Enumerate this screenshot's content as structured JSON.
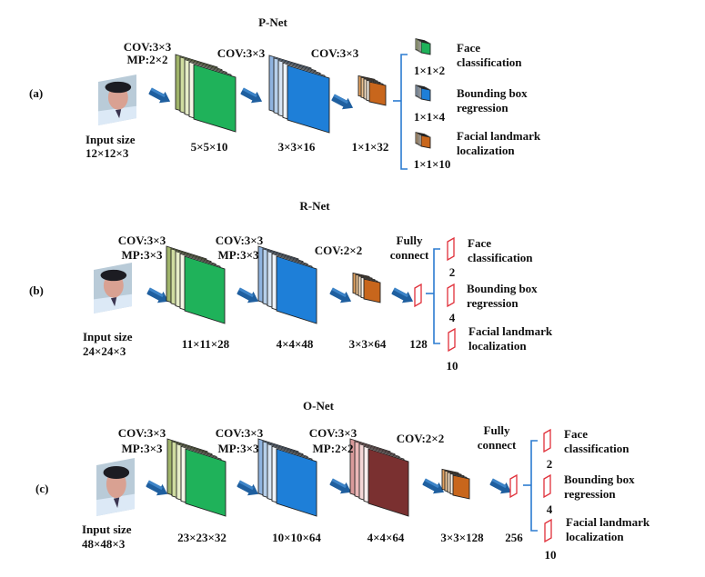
{
  "panels": [
    {
      "id": "a",
      "panel_label": "(a)",
      "title": "P-Net",
      "input": {
        "label_line1": "Input   size",
        "label_line2": "12×12×3"
      },
      "ops": [
        "COV:3×3",
        "MP:2×2",
        "COV:3×3",
        "COV:3×3"
      ],
      "layers": [
        {
          "size": "5×5×10",
          "color": "#1fb25a",
          "type": "conv"
        },
        {
          "size": "3×3×16",
          "color": "#1e7fd8",
          "type": "conv"
        },
        {
          "size": "1×1×32",
          "color": "#c8661c",
          "type": "conv"
        }
      ],
      "outputs": [
        {
          "name_line1": "Face",
          "name_line2": "classification",
          "size": "1×1×2",
          "color": "#1fb25a"
        },
        {
          "name_line1": "Bounding box",
          "name_line2": "regression",
          "size": "1×1×4",
          "color": "#1e7fd8"
        },
        {
          "name_line1": "Facial landmark",
          "name_line2": "localization",
          "size": "1×1×10",
          "color": "#c8661c"
        }
      ]
    },
    {
      "id": "b",
      "panel_label": "(b)",
      "title": "R-Net",
      "input": {
        "label_line1": "Input   size",
        "label_line2": "24×24×3"
      },
      "ops": [
        "COV:3×3",
        "MP:3×3",
        "COV:3×3",
        "MP:3×3",
        "COV:2×2"
      ],
      "fc_label_line1": "Fully",
      "fc_label_line2": "connect",
      "layers": [
        {
          "size": "11×11×28",
          "color": "#1fb25a",
          "type": "conv"
        },
        {
          "size": "4×4×48",
          "color": "#1e7fd8",
          "type": "conv"
        },
        {
          "size": "3×3×64",
          "color": "#c8661c",
          "type": "conv"
        },
        {
          "size": "128",
          "type": "fc"
        }
      ],
      "outputs": [
        {
          "name_line1": "Face",
          "name_line2": "classification",
          "size": "2"
        },
        {
          "name_line1": "Bounding box",
          "name_line2": "regression",
          "size": "4"
        },
        {
          "name_line1": "Facial landmark",
          "name_line2": "localization",
          "size": "10"
        }
      ]
    },
    {
      "id": "c",
      "panel_label": "(c)",
      "title": "O-Net",
      "input": {
        "label_line1": "Input   size",
        "label_line2": "48×48×3"
      },
      "ops": [
        "COV:3×3",
        "MP:3×3",
        "COV:3×3",
        "MP:3×3",
        "COV:3×3",
        "MP:2×2",
        "COV:2×2"
      ],
      "fc_label_line1": "Fully",
      "fc_label_line2": "connect",
      "layers": [
        {
          "size": "23×23×32",
          "color": "#1fb25a",
          "type": "conv"
        },
        {
          "size": "10×10×64",
          "color": "#1e7fd8",
          "type": "conv"
        },
        {
          "size": "4×4×64",
          "color": "#7a3030",
          "type": "conv"
        },
        {
          "size": "3×3×128",
          "color": "#c8661c",
          "type": "conv"
        },
        {
          "size": "256",
          "type": "fc"
        }
      ],
      "outputs": [
        {
          "name_line1": "Face",
          "name_line2": "classification",
          "size": "2"
        },
        {
          "name_line1": "Bounding box",
          "name_line2": "regression",
          "size": "4"
        },
        {
          "name_line1": "Facial landmark",
          "name_line2": "localization",
          "size": "10"
        }
      ]
    }
  ],
  "colors": {
    "arrow": "#1f5f9f",
    "bracket": "#2b7bd0",
    "fc_outline": "#e0303a",
    "green_back": [
      "#f4f6e6",
      "#e6edc8",
      "#cfdca0",
      "#9fb36a"
    ],
    "blue_back": [
      "#eef4fb",
      "#d6e4f4",
      "#b6cfea",
      "#8fb3df"
    ],
    "orange_back": [
      "#fbf2e6",
      "#f3dcc0",
      "#ecc291",
      "#e3a260"
    ],
    "red_back": [
      "#fbeeee",
      "#f4d6d6",
      "#ebb8b8",
      "#d99a9a"
    ]
  }
}
